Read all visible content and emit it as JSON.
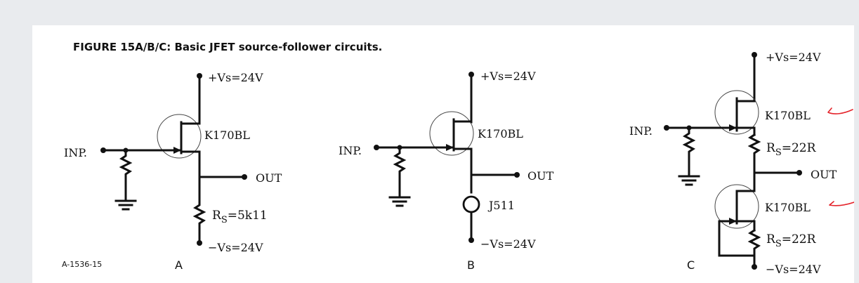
{
  "figure": {
    "caption": "FIGURE 15A/B/C: Basic JFET source-follower circuits.",
    "code": "A-1536-15"
  },
  "circuit_a": {
    "letter": "A",
    "supply_pos": "+Vs=24V",
    "supply_neg": "−Vs=24V",
    "input": "INP.",
    "output": "OUT",
    "jfet": "K170BL",
    "rs_main": "R",
    "rs_sub": "S",
    "rs_value": "=5k11"
  },
  "circuit_b": {
    "letter": "B",
    "supply_pos": "+Vs=24V",
    "supply_neg": "−Vs=24V",
    "input": "INP.",
    "output": "OUT",
    "jfet": "K170BL",
    "current_source": "J511"
  },
  "circuit_c": {
    "letter": "C",
    "supply_pos": "+Vs=24V",
    "supply_neg": "−Vs=24V",
    "input": "INP.",
    "output": "OUT",
    "jfet_top": "K170BL",
    "jfet_bottom": "K170BL",
    "rs_top_main": "R",
    "rs_top_sub": "S",
    "rs_top_value": "=22R",
    "rs_bottom_main": "R",
    "rs_bottom_sub": "S",
    "rs_bottom_value": "=22R"
  },
  "colors": {
    "page": "#e9ebee",
    "sheet": "#ffffff",
    "ink": "#111111",
    "annotation": "#e4232a"
  }
}
